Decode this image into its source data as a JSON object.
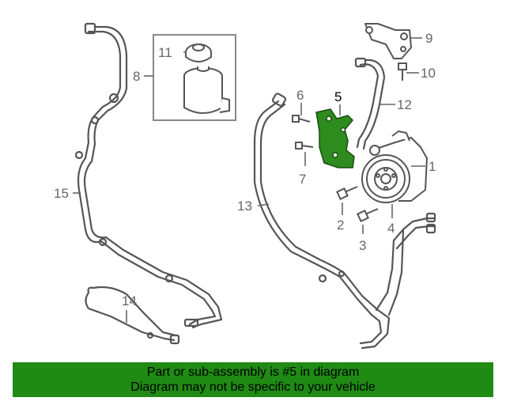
{
  "diagram": {
    "callouts": [
      {
        "id": "1",
        "label": "1"
      },
      {
        "id": "2",
        "label": "2"
      },
      {
        "id": "3",
        "label": "3"
      },
      {
        "id": "4",
        "label": "4"
      },
      {
        "id": "5",
        "label": "5"
      },
      {
        "id": "6",
        "label": "6"
      },
      {
        "id": "7",
        "label": "7"
      },
      {
        "id": "8",
        "label": "8"
      },
      {
        "id": "9",
        "label": "9"
      },
      {
        "id": "10",
        "label": "10"
      },
      {
        "id": "11",
        "label": "11"
      },
      {
        "id": "12",
        "label": "12"
      },
      {
        "id": "13",
        "label": "13"
      },
      {
        "id": "14",
        "label": "14"
      },
      {
        "id": "15",
        "label": "15"
      }
    ],
    "highlight_part": "5",
    "colors": {
      "line": "#555555",
      "highlight": "#2e8b1e",
      "footer_bg": "#1f8a14"
    }
  },
  "footer": {
    "line1": "Part or sub-assembly is #5 in diagram",
    "line2": "Diagram may not be specific to your vehicle"
  }
}
